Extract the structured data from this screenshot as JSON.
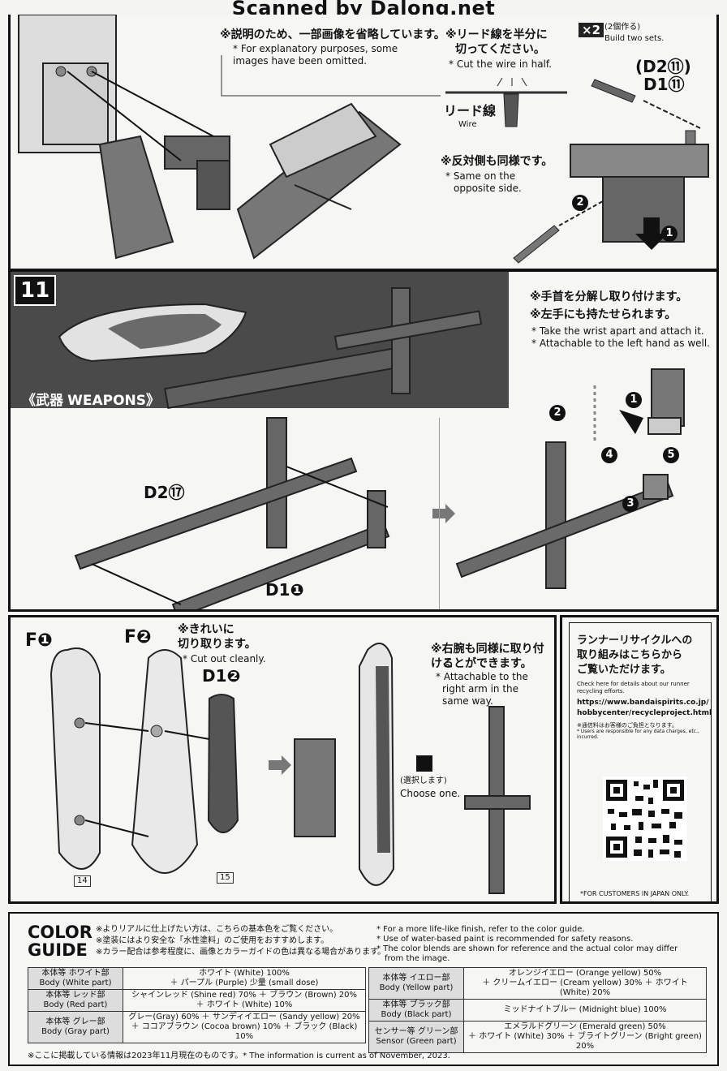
{
  "watermark": "Scanned by Dalong.net",
  "top": {
    "note_jp": "※説明のため、一部画像を省略しています。",
    "note_en": "* For explanatory purposes, some images have been omitted.",
    "wire_jp_1": "※リード線を半分に",
    "wire_jp_2": "切ってください。",
    "wire_en": "* Cut the wire in half.",
    "wire_label_jp": "リード線",
    "wire_label_en": "Wire",
    "sets_badge": "×2",
    "sets_jp": "(2個作る)",
    "sets_en": "Build two sets.",
    "part_d2": "(D2⑪)",
    "part_d1": "D1⑪",
    "opp_jp": "※反対側も同様です。",
    "opp_en_1": "* Same on the",
    "opp_en_2": "opposite side.",
    "num_1": "1",
    "num_2": "2"
  },
  "step11": {
    "number": "11",
    "title_jp": "《武器",
    "title_en": "WEAPONS》",
    "wrist_jp_1": "※手首を分解し取り付けます。",
    "wrist_jp_2": "※左手にも持たせられます。",
    "wrist_en_1": "* Take the wrist apart and attach it.",
    "wrist_en_2": "* Attachable to the left hand as well.",
    "part_d2": "D2⑰",
    "part_d1": "D1❶",
    "n1": "1",
    "n2": "2",
    "n3": "3",
    "n4": "4",
    "n5": "5"
  },
  "shield": {
    "f1": "F❶",
    "f2": "F❷",
    "d1": "D1❷",
    "cut_jp_1": "※きれいに",
    "cut_jp_2": "切り取ります。",
    "cut_en": "* Cut out cleanly.",
    "seal_14": "14",
    "seal_15": "15",
    "right_jp_1": "※右腕も同様に取り付ける",
    "right_jp_2": "ことができます。",
    "right_en_1": "* Attachable to the",
    "right_en_2": "right arm in the",
    "right_en_3": "same way.",
    "choose_jp": "(選択します)",
    "choose_en": "Choose one."
  },
  "recycle": {
    "title_1": "ランナーリサイクルへの",
    "title_2": "取り組みはこちらから",
    "title_3": "ご覧いただけます。",
    "sub_1": "Check here for details about our runner",
    "sub_2": "recycling efforts.",
    "url_1": "https://www.bandaispirits.co.jp/",
    "url_2": "hobbycenter/recycleproject.html",
    "fee_jp": "※通信料はお客様のご負担となります。",
    "fee_en": "* Users are responsible for any data charges, etc., incurred.",
    "japan_only": "*FOR CUSTOMERS IN JAPAN ONLY."
  },
  "color_guide": {
    "title_1": "COLOR",
    "title_2": "GUIDE",
    "jp_1": "※よりリアルに仕上げたい方は、こちらの基本色をご覧ください。",
    "jp_2": "※塗装にはより安全な「水性塗料」のご使用をおすすめします。",
    "jp_3": "※カラー配合は参考程度に、画像とカラーガイドの色は異なる場合があります。",
    "en_1": "* For a more life-like finish, refer to the color guide.",
    "en_2": "* Use of water-based paint is recommended for safety reasons.",
    "en_3": "* The color blends are shown for reference and the actual color may differ",
    "en_4": "from the image.",
    "rows": [
      {
        "part_jp": "本体等 ホワイト部",
        "part_en": "Body (White part)",
        "mix_1": "ホワイト (White) 100%",
        "mix_2": "＋ パープル (Purple) 少量 (small dose)"
      },
      {
        "part_jp": "本体等 レッド部",
        "part_en": "Body (Red part)",
        "mix_1": "シャインレッド (Shine red) 70% ＋ ブラウン (Brown) 20%",
        "mix_2": "＋ ホワイト (White) 10%"
      },
      {
        "part_jp": "本体等 グレー部",
        "part_en": "Body (Gray part)",
        "mix_1": "グレー(Gray) 60% ＋ サンディイエロー (Sandy yellow) 20%",
        "mix_2": "＋ ココアブラウン (Cocoa brown) 10% ＋ ブラック (Black) 10%"
      },
      {
        "part_jp": "本体等 イエロー部",
        "part_en": "Body (Yellow part)",
        "mix_1": "オレンジイエロー (Orange yellow) 50%",
        "mix_2": "＋ クリームイエロー (Cream yellow) 30% ＋ ホワイト (White) 20%"
      },
      {
        "part_jp": "本体等 ブラック部",
        "part_en": "Body (Black part)",
        "mix_1": "ミッドナイトブルー (Midnight blue) 100%",
        "mix_2": ""
      },
      {
        "part_jp": "センサー等 グリーン部",
        "part_en": "Sensor (Green part)",
        "mix_1": "エメラルドグリーン (Emerald green) 50%",
        "mix_2": "＋ ホワイト (White) 30% ＋ ブライトグリーン (Bright green) 20%"
      }
    ],
    "footer": "※ここに掲載している情報は2023年11月現在のものです。* The information is current as of November, 2023."
  }
}
